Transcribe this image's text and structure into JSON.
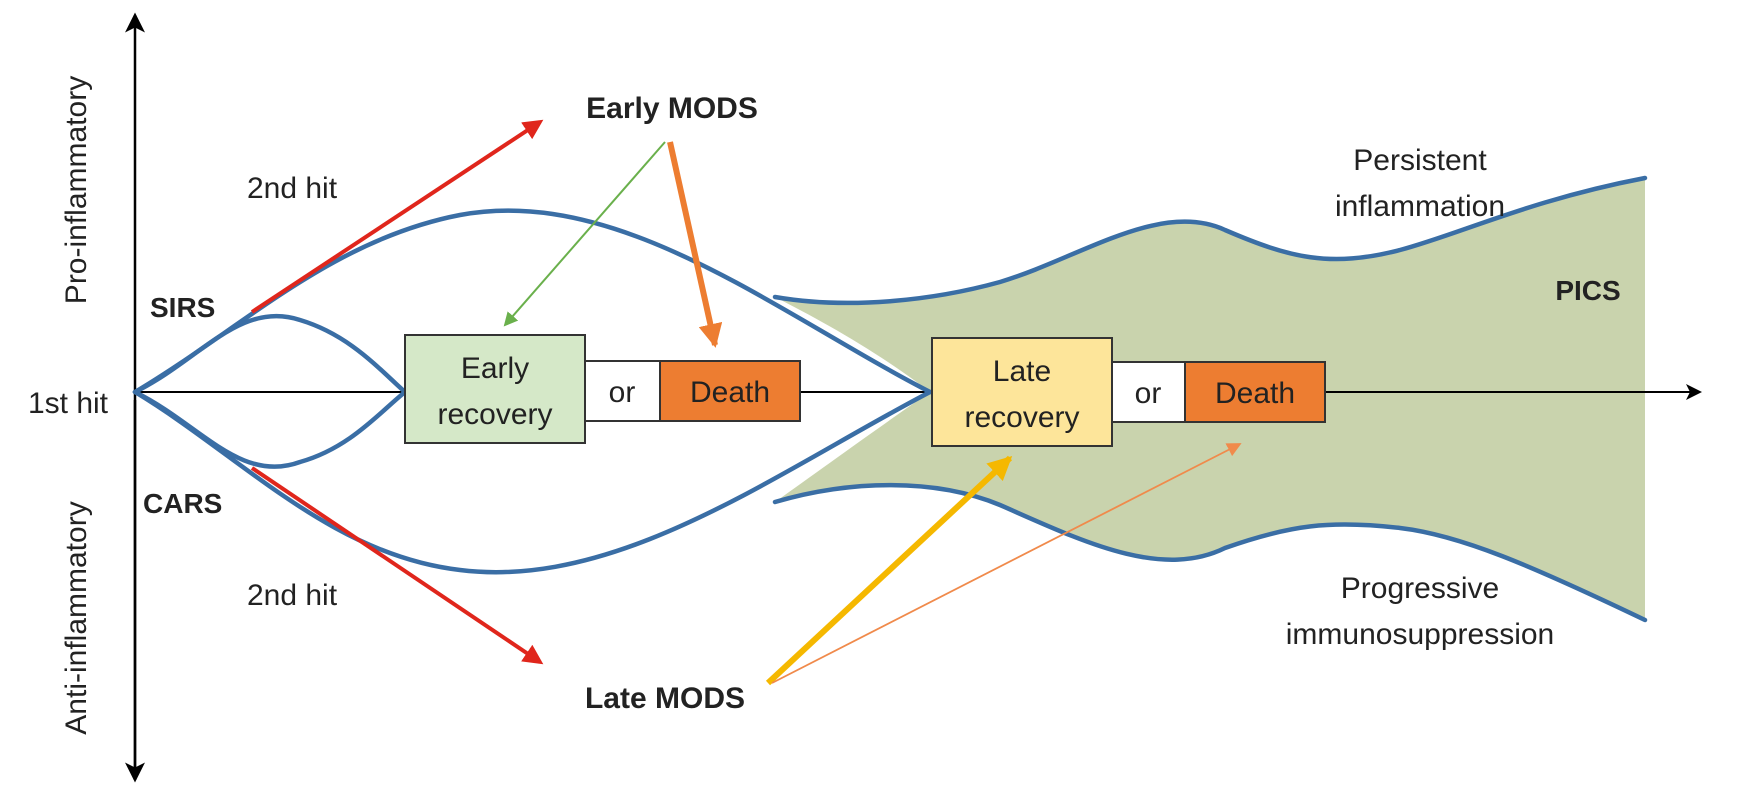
{
  "axes": {
    "vertical_top_label": "Pro-inflammatory",
    "vertical_bottom_label": "Anti-inflammatory",
    "origin_label": "1st hit"
  },
  "phases": {
    "sirs": "SIRS",
    "cars": "CARS",
    "second_hit_top": "2nd hit",
    "second_hit_bottom": "2nd hit",
    "pics": "PICS"
  },
  "outcomes": {
    "early_mods": "Early MODS",
    "late_mods": "Late MODS",
    "early_recovery_line1": "Early",
    "early_recovery_line2": "recovery",
    "or_1": "or",
    "death_1": "Death",
    "late_recovery_line1": "Late",
    "late_recovery_line2": "recovery",
    "or_2": "or",
    "death_2": "Death"
  },
  "trajectories": {
    "persistent_line1": "Persistent",
    "persistent_line2": "inflammation",
    "progressive_line1": "Progressive",
    "progressive_line2": "immunosuppression"
  },
  "colors": {
    "curve": "#3a6ea5",
    "pics_fill": "#c9d3ad",
    "early_recovery_fill": "#d5e8c8",
    "late_recovery_fill": "#fde59a",
    "death_fill": "#ed7d31",
    "second_hit_arrow": "#e0261c",
    "early_mods_thin_arrow": "#6ab04c",
    "early_mods_thick_arrow": "#ed7d31",
    "late_mods_thick_arrow": "#f5b800",
    "late_mods_thin_arrow": "#f08a4b"
  }
}
